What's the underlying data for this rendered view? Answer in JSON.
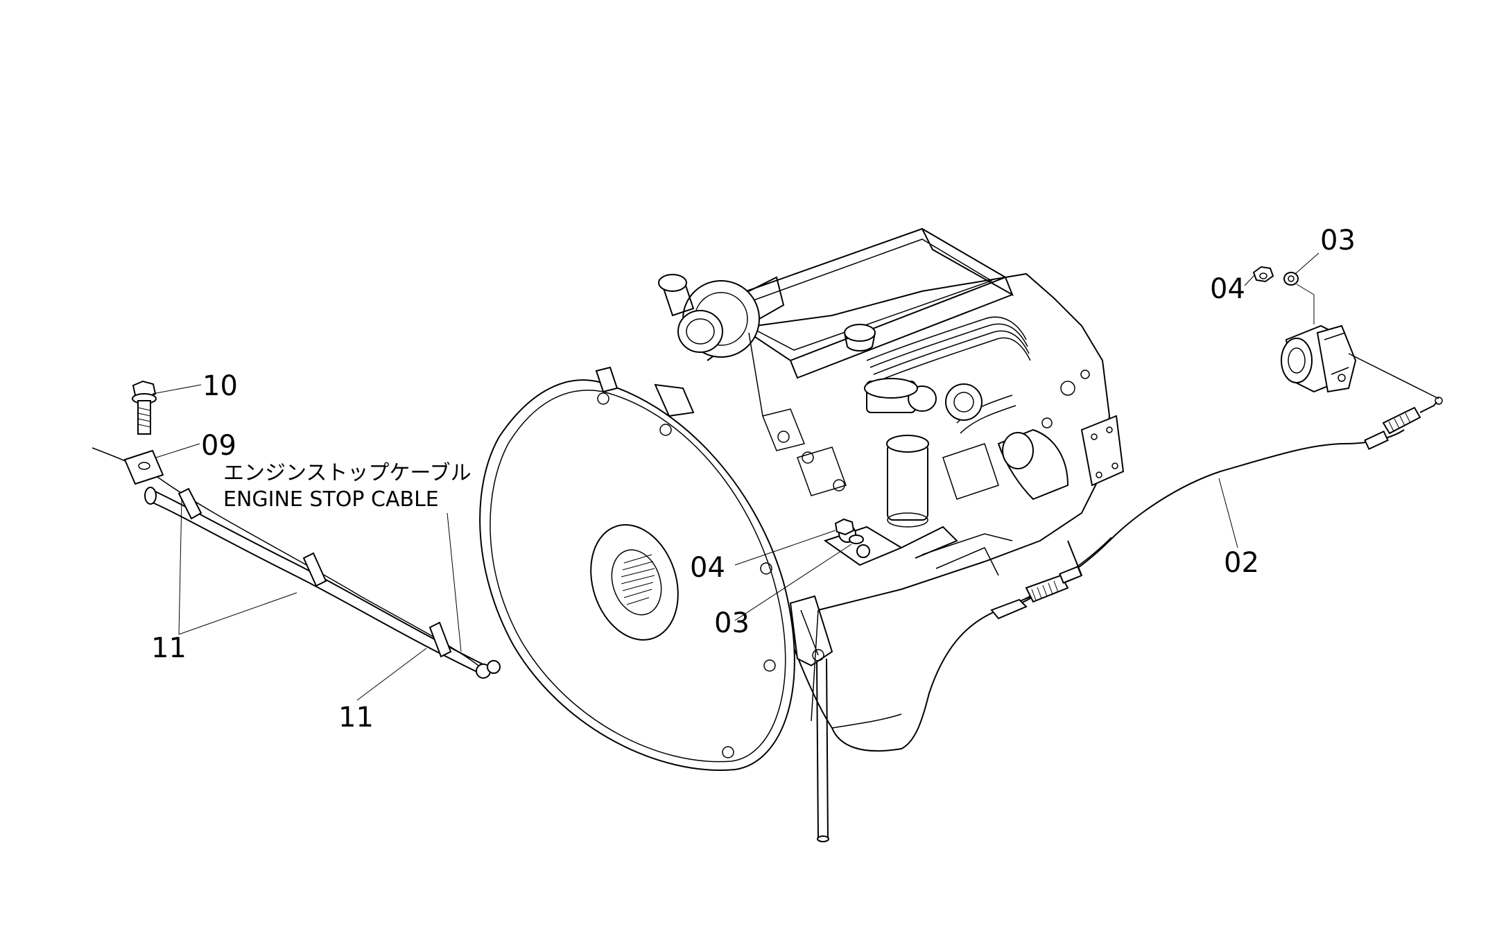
{
  "diagram": {
    "callouts": [
      {
        "id": "label-10",
        "text": "10"
      },
      {
        "id": "label-09",
        "text": "09"
      },
      {
        "id": "label-11a",
        "text": "11"
      },
      {
        "id": "label-11b",
        "text": "11"
      },
      {
        "id": "label-04-engine",
        "text": "04"
      },
      {
        "id": "label-03-engine",
        "text": "03"
      },
      {
        "id": "label-02",
        "text": "02"
      },
      {
        "id": "label-04-bracket",
        "text": "04"
      },
      {
        "id": "label-03-bracket",
        "text": "03"
      }
    ],
    "cable_caption": {
      "japanese": "エンジンストップケーブル",
      "english": "ENGINE STOP CABLE"
    }
  }
}
